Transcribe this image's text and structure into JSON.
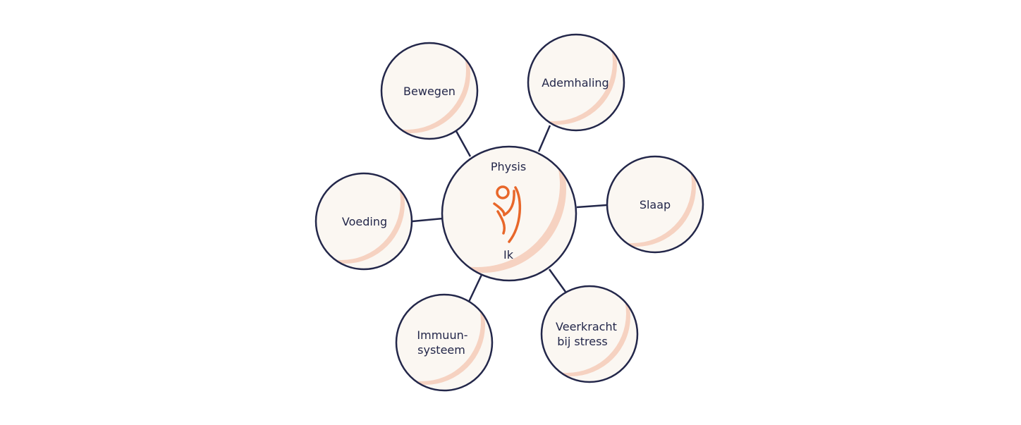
{
  "center": {
    "title": "Physis",
    "label": "Ik",
    "icon": "person-figure-icon"
  },
  "nodes": [
    {
      "id": "bewegen",
      "label_lines": [
        "Bewegen"
      ]
    },
    {
      "id": "ademhaling",
      "label_lines": [
        "Ademhaling"
      ]
    },
    {
      "id": "slaap",
      "label_lines": [
        "Slaap"
      ]
    },
    {
      "id": "veerkracht",
      "label_lines": [
        "Veerkracht",
        "bij stress"
      ]
    },
    {
      "id": "immuunsysteem",
      "label_lines": [
        "Immuun-",
        "systeem"
      ]
    },
    {
      "id": "voeding",
      "label_lines": [
        "Voeding"
      ]
    }
  ],
  "colors": {
    "stroke": "#23274a",
    "fill": "#fbf7f2",
    "shadow": "#f6d2c1",
    "accent": "#e8672a"
  }
}
